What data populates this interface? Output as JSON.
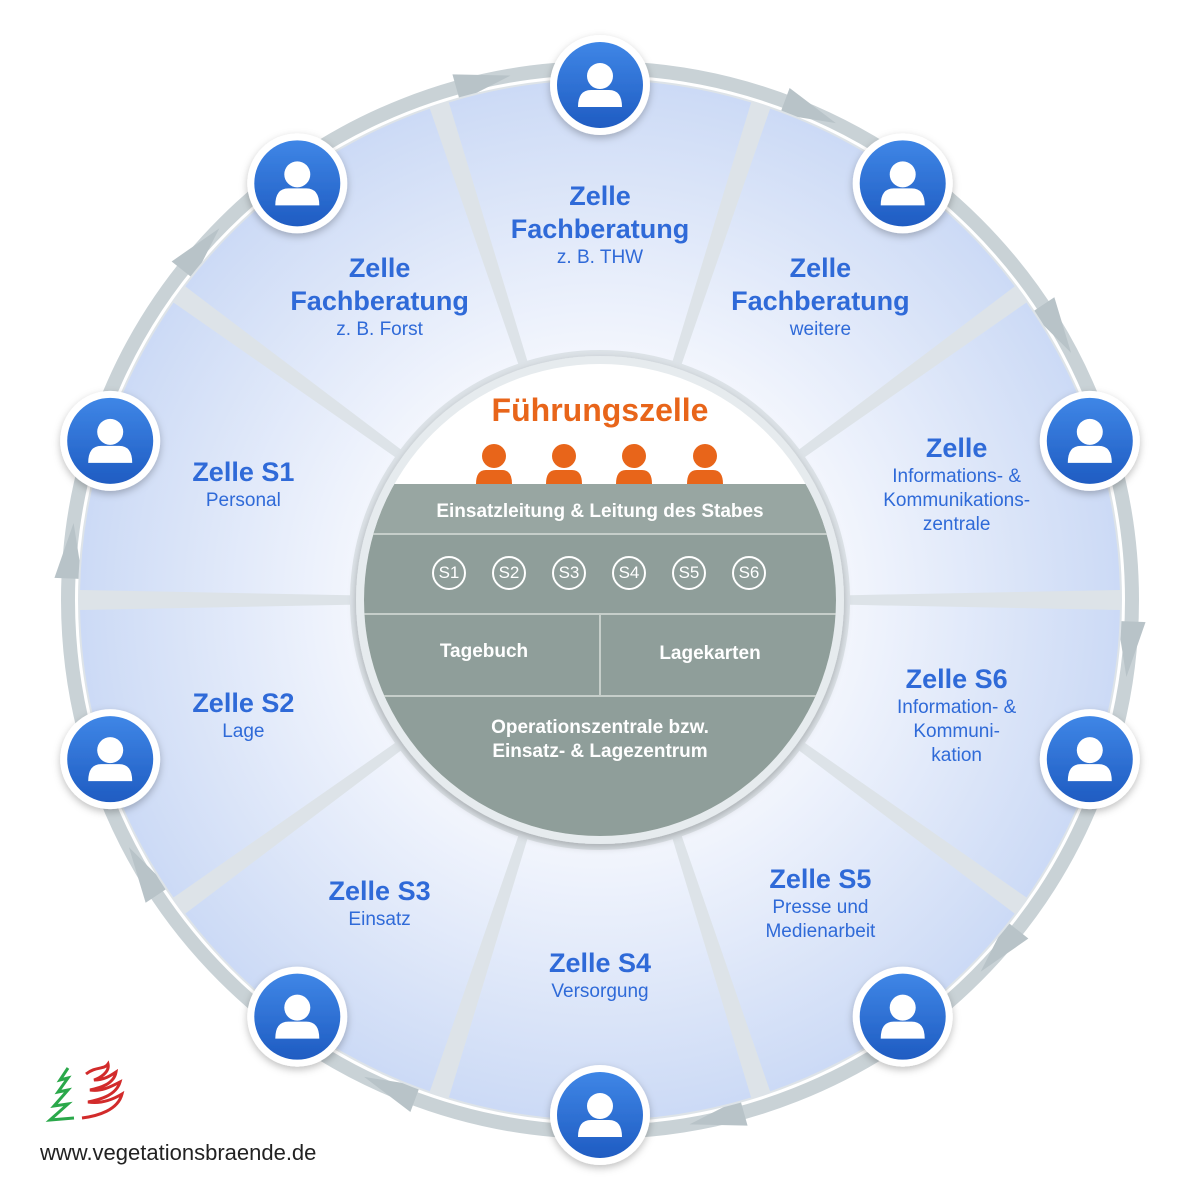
{
  "center": {
    "title": "Führungszelle",
    "header": "Einsatzleitung & Leitung des Stabes",
    "staff": [
      "S1",
      "S2",
      "S3",
      "S4",
      "S5",
      "S6"
    ],
    "left_cell": "Tagebuch",
    "right_cell": "Lagekarten",
    "bottom_line1": "Operationszentrale bzw.",
    "bottom_line2": "Einsatz- & Lagezentrum"
  },
  "segments": [
    {
      "title_lines": [
        "Zelle",
        "Fachberatung"
      ],
      "sub_lines": [
        "z. B. THW"
      ]
    },
    {
      "title_lines": [
        "Zelle",
        "Fachberatung"
      ],
      "sub_lines": [
        "weitere"
      ]
    },
    {
      "title_lines": [
        "Zelle"
      ],
      "sub_lines": [
        "Informations- &",
        "Kommunikations-",
        "zentrale"
      ]
    },
    {
      "title_lines": [
        "Zelle S6"
      ],
      "sub_lines": [
        "Information- &",
        "Kommuni-",
        "kation"
      ]
    },
    {
      "title_lines": [
        "Zelle S5"
      ],
      "sub_lines": [
        "Presse und",
        "Medienarbeit"
      ]
    },
    {
      "title_lines": [
        "Zelle S4"
      ],
      "sub_lines": [
        "Versorgung"
      ]
    },
    {
      "title_lines": [
        "Zelle S3"
      ],
      "sub_lines": [
        "Einsatz"
      ]
    },
    {
      "title_lines": [
        "Zelle S2"
      ],
      "sub_lines": [
        "Lage"
      ]
    },
    {
      "title_lines": [
        "Zelle S1"
      ],
      "sub_lines": [
        "Personal"
      ]
    },
    {
      "title_lines": [
        "Zelle",
        "Fachberatung"
      ],
      "sub_lines": [
        "z. B. Forst"
      ]
    }
  ],
  "footer": {
    "url": "www.vegetationsbraende.de"
  },
  "colors": {
    "accent_blue": "#2f6ad8",
    "avatar_blue": "#2a6fd0",
    "orange": "#e8651a",
    "panel_gray": "#8f9e9a"
  }
}
